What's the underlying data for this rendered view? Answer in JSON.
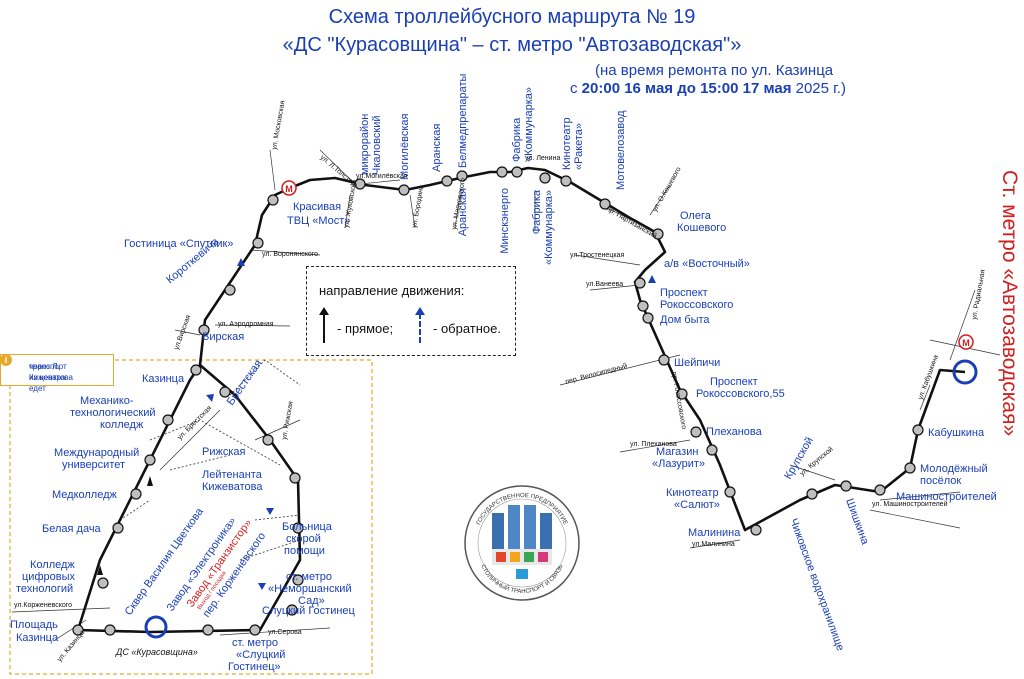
{
  "header": {
    "title_line1": "Схема троллейбусного маршрута № 19",
    "title_line2": "«ДС \"Курасовщина\" – ст. метро \"Автозаводская\"»",
    "note_line1": "(на время ремонта по ул. Казинца",
    "note_line2_prefix": "с ",
    "note_line2_bold": "20:00 16 мая до 15:00 17 мая",
    "note_line2_suffix": " 2025 г.)"
  },
  "side_label": "Ст. метро «Автозаводская»",
  "legend": {
    "title": "направление движения:",
    "forward": "- прямое;",
    "reverse": "- обратное."
  },
  "transport_note": {
    "line1": "транспорт из центра едет",
    "line2": "через Л. Кижеватова"
  },
  "logo": {
    "top_text": "ГОСУДАРСТВЕННОЕ ПРЕДПРИЯТИЕ",
    "bottom_text": "СТОЛИЧНЫЙ ТРАНСПОРТ И СВЯЗЬ"
  },
  "colors": {
    "route": "#111111",
    "stop_fill": "#bfbfbf",
    "label": "#1a3fb5",
    "metro": "#d21e1e",
    "walk_box": "#e7a92b"
  },
  "stops": [
    "Площадь Казинца",
    "Колледж цифровых технологий",
    "Белая дача",
    "Медколледж",
    "Международный университет",
    "Механико-технологический колледж",
    "Казинца",
    "Вирская",
    "Короткевича",
    "Гостиница «Спутник»",
    "Красивая",
    "ТВЦ «Мост»",
    "микрорайон Чкаловский",
    "Могилёвская",
    "Аранская",
    "Белмедпрепараты",
    "Фабрика «Коммунарка»",
    "Кинотеатр «Ракета»",
    "Мотовелозавод",
    "Олега Кошевого",
    "а/в «Восточный»",
    "Проспект Рокоссовского",
    "Дом быта",
    "Шейпичи",
    "Проспект Рокоссовского,55",
    "Плеханова",
    "Магазин «Лазурит»",
    "Кинотеатр «Салют»",
    "Малинина",
    "Крупской",
    "Чижовское водохранилище",
    "Шишкина",
    "Машиностроителей",
    "Молодёжный посёлок",
    "Кабушкина",
    "Брестская",
    "Рижская",
    "Лейтенанта Кижеватова",
    "Больница скорой помощи",
    "ст. метро «Неморшанский Сад»",
    "Слуцкий Гостинец",
    "ст. метро «Слуцкий Гостинец»",
    "пер. Корженевского",
    "Завод «Транзистор»",
    "Завод «Электроника»",
    "Сквер Василия Цветкова",
    "Минскэнерго",
    "ДС «Курасовщина»"
  ],
  "streets": [
    "ул.Корженевского",
    "ул. Казинца",
    "ул.Серова",
    "ул. Брестская",
    "ул. Рижская",
    "ул. Воронянского",
    "ул. Аэродромная",
    "ул.Вирская",
    "ул. Л.Толстого",
    "ул.Могилёвская",
    "ул. Жуковского",
    "ул. Бородина",
    "ул. Маяковского",
    "ул.Тростенецкая",
    "ул. Ленина",
    "пр. Партизанский",
    "ул. О.Кошевого",
    "ул.Ванеева",
    "пер. Велосипедный",
    "пр. Рокоссовского",
    "ул. Плеханова",
    "ул.Малинина",
    "ул. Крупской",
    "ул. Шишкина",
    "ул. Машиностроителей",
    "ул. Кабушкина",
    "ул. Радиальная",
    "ул. Московская"
  ],
  "misc": {
    "ds_label": "ДС «Курасовщина»",
    "transistor_sub": "Выход / посадка",
    "metro_letter": "М"
  }
}
